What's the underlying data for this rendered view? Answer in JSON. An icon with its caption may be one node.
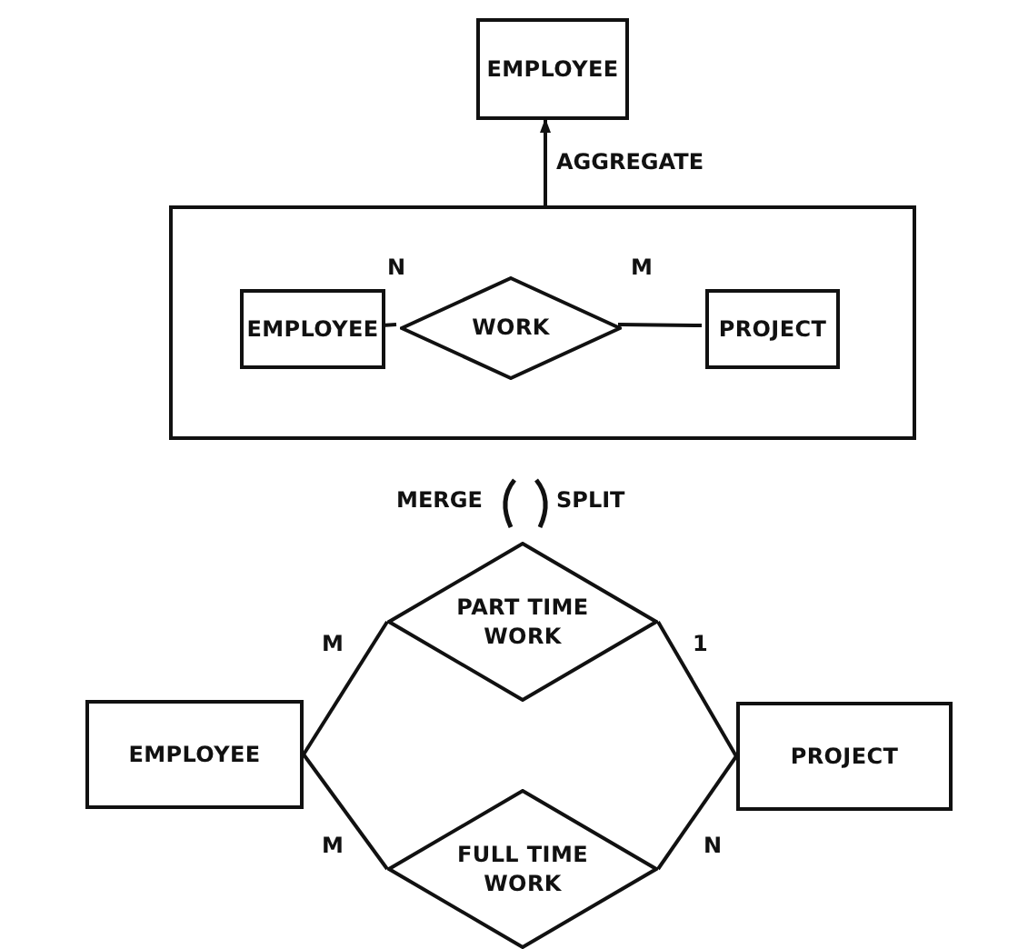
{
  "diagram": {
    "nodes": [
      {
        "text": [
          "EMPLOYEE"
        ]
      },
      {
        "text": [],
        "shape": "box"
      },
      {
        "text": [
          "EMPLOYEE"
        ],
        "in": 1
      },
      {
        "text": [
          "WORK"
        ],
        "in": 1
      },
      {
        "text": [
          "PROJECT"
        ],
        "in": 1
      },
      {
        "text": [
          "PART TIME WORK"
        ]
      },
      {
        "text": [
          "FULL TIME WORK"
        ]
      },
      {
        "text": [
          "EMPLOYEE"
        ]
      },
      {
        "text": [
          "PROJECT"
        ]
      }
    ],
    "edges": [
      {
        "from": 1,
        "to": 0,
        "arrow": "to",
        "label": "AGGREGATE"
      },
      {
        "from": 2,
        "to": 3,
        "arrow": "none",
        "label": "N"
      },
      {
        "from": 3,
        "to": 4,
        "arrow": "none",
        "label": "M"
      },
      {
        "from": 7,
        "to": 5,
        "arrow": "none",
        "label": "M"
      },
      {
        "from": 5,
        "to": 8,
        "arrow": "none",
        "label": "1"
      },
      {
        "from": 7,
        "to": 6,
        "arrow": "none",
        "label": "M"
      },
      {
        "from": 6,
        "to": 8,
        "arrow": "none",
        "label": "N"
      }
    ],
    "labels": [
      "MERGE",
      "SPLIT"
    ]
  }
}
